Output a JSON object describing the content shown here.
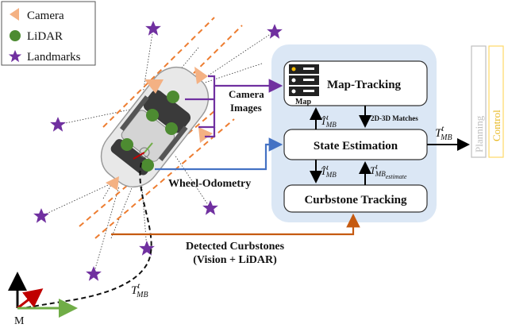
{
  "legend": {
    "camera": "Camera",
    "lidar": "LiDAR",
    "landmarks": "Landmarks"
  },
  "blocks": {
    "map_tracking": "Map-Tracking",
    "map_caption": "Map",
    "state_estimation": "State Estimation",
    "curbstone_tracking": "Curbstone Tracking"
  },
  "labels": {
    "camera_images_line1": "Camera",
    "camera_images_line2": "Images",
    "wheel_odometry": "Wheel-Odometry",
    "detected_curbstones_line1": "Detected Curbstones",
    "detected_curbstones_line2": "(Vision + LiDAR)",
    "matches": "2D-3D Matches",
    "origin": "M"
  },
  "math": {
    "t_hat_up": {
      "base": "T̂",
      "sup": "t",
      "sub": "MB"
    },
    "t_hat_down": {
      "base": "T̂",
      "sup": "t",
      "sub": "MB"
    },
    "t_estimate": {
      "base": "T",
      "sup": "t",
      "sub": "MB",
      "subsub": "estimate"
    },
    "t_output": {
      "base": "T",
      "sup": "t",
      "sub": "MB"
    },
    "t_path": {
      "base": "T",
      "sup": "t",
      "sub": "MB"
    }
  },
  "outputs": {
    "planning": "Planning",
    "control": "Control"
  },
  "colors": {
    "purple": "#7030a0",
    "blue": "#4472c4",
    "orange": "#c55a11",
    "green": "#70ad47",
    "lidar_green": "#4d8b31",
    "camera_salmon": "#f4b183",
    "panel_blue": "#dbe7f5",
    "planning_gray": "#bfbfbf",
    "control_yellow": "#ffd966",
    "axis_red": "#c00000"
  }
}
